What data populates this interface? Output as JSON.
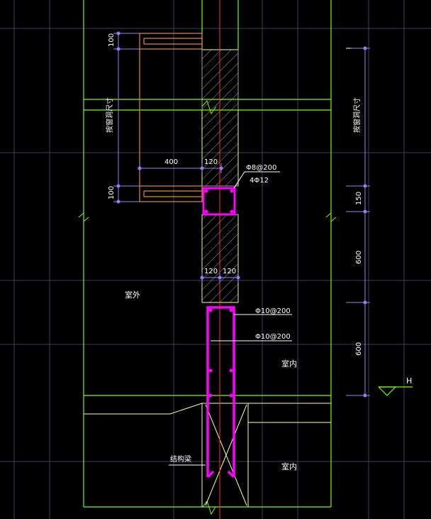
{
  "drawing": {
    "labels": {
      "outdoor": "室外",
      "indoor_upper": "室内",
      "indoor_lower": "室内",
      "structural_beam": "结构梁",
      "elevation_mark": "H",
      "window_size_left": "按窗洞尺寸",
      "window_size_right": "按窗洞尺寸"
    },
    "rebar": {
      "stirrup_top": "Φ8@200",
      "main_bars": "4Φ12",
      "bar_a": "Φ10@200",
      "bar_b": "Φ10@200"
    },
    "dimensions": {
      "top_100": "100",
      "bottom_100": "100",
      "width_400": "400",
      "width_120": "120",
      "wall_120_left": "120",
      "wall_120_right": "120",
      "right_150": "150",
      "right_600_upper": "600",
      "right_600_lower": "600"
    },
    "colors": {
      "background": "#000000",
      "grid": "#3a3f5a",
      "wall_outline": "#7cfc00",
      "pale_yellow": "#ffff99",
      "red_axis": "#ff3030",
      "magenta": "#ff00ff",
      "dimension": "#9b7bff",
      "orange": "#e08a3a",
      "white": "#ffffff"
    }
  }
}
